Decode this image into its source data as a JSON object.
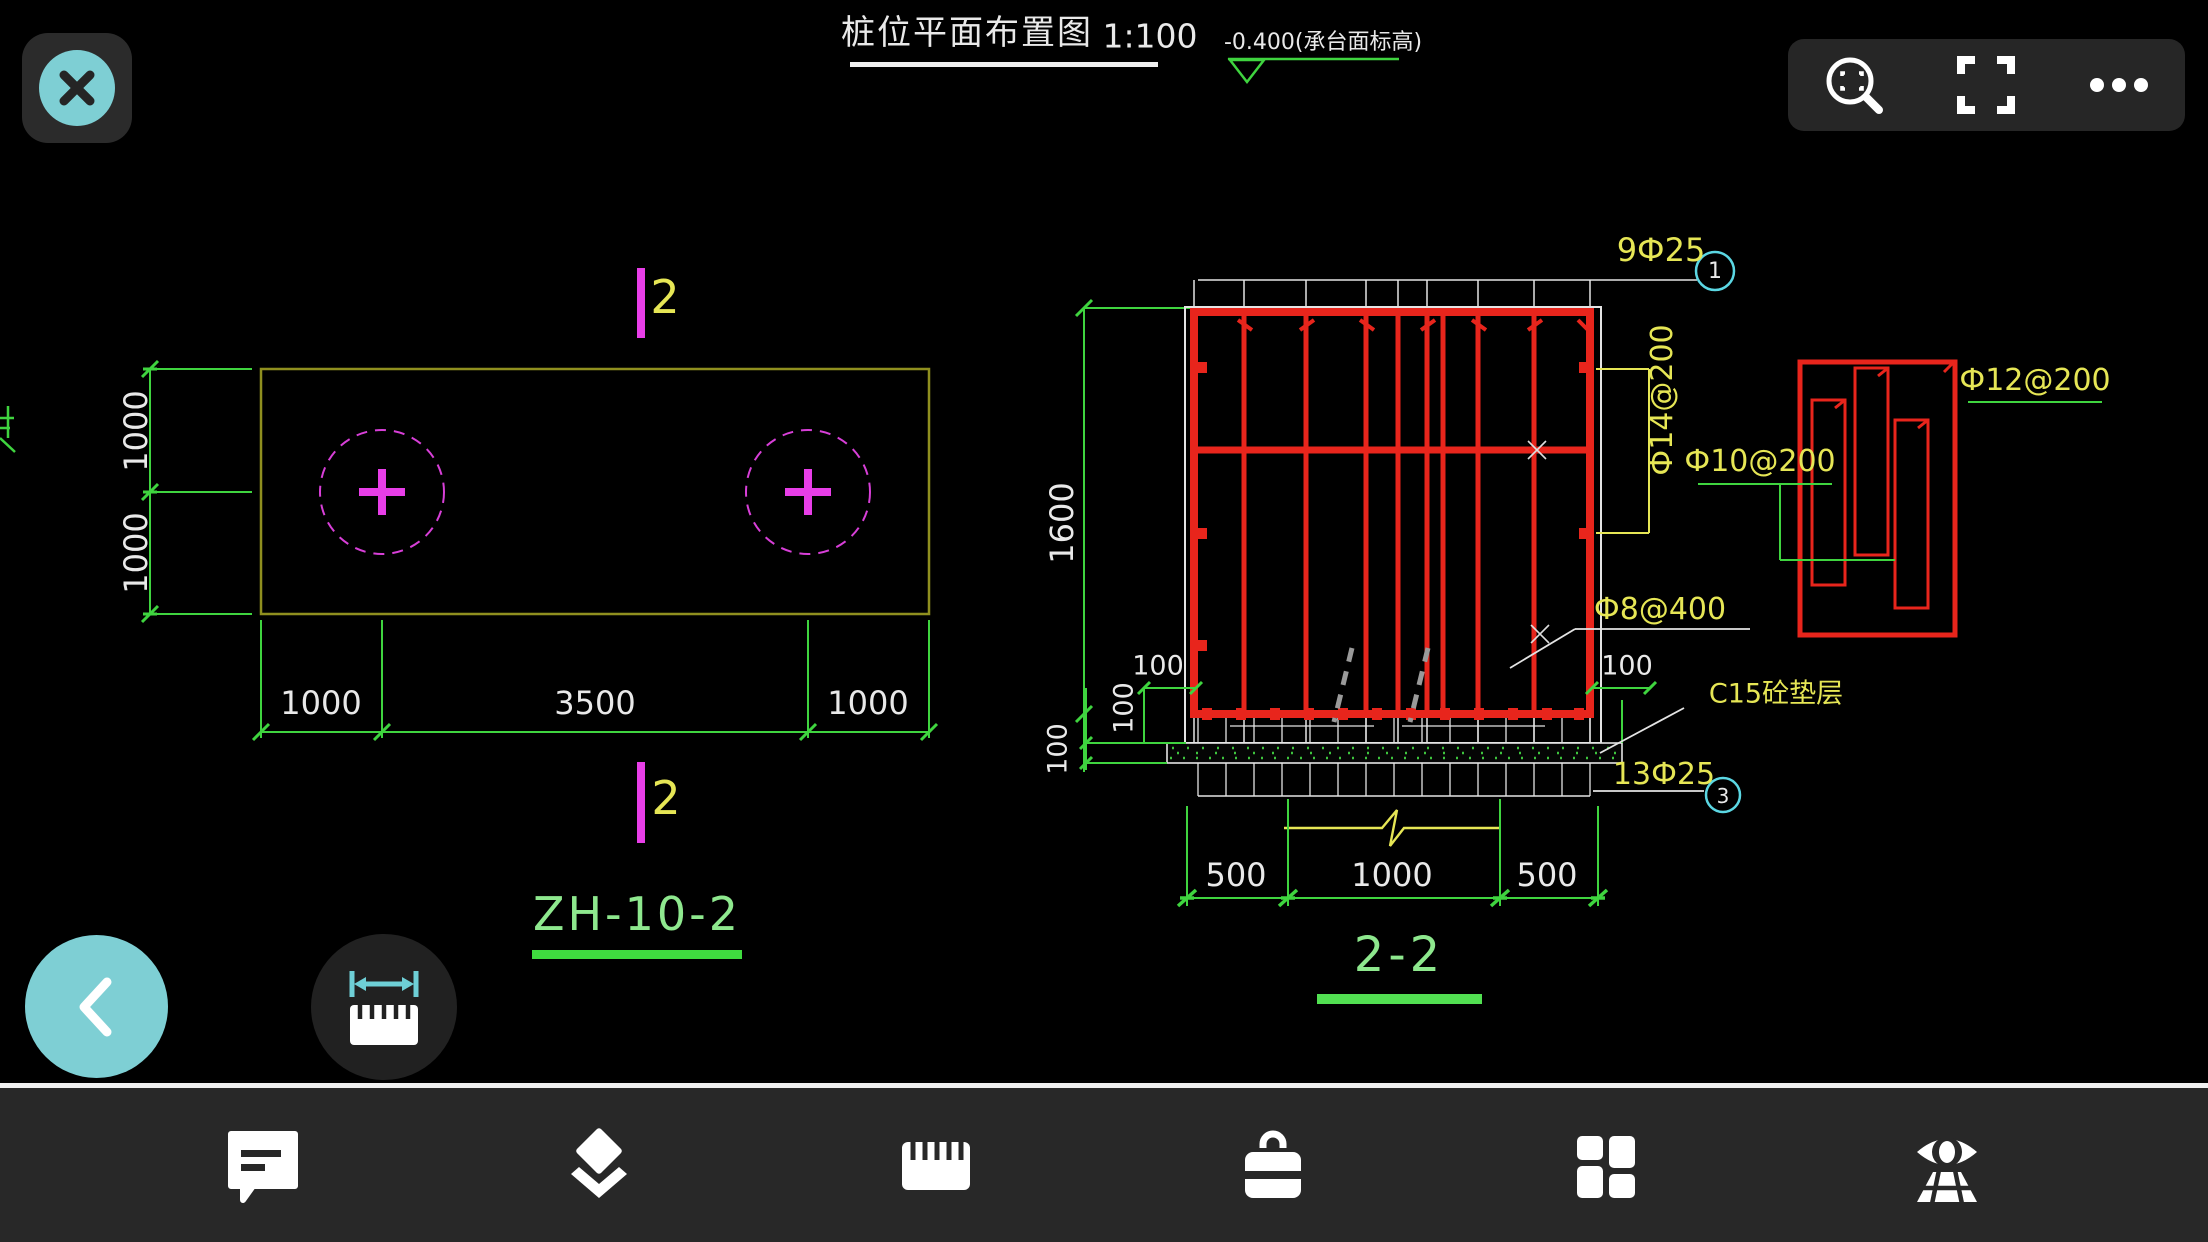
{
  "header": {
    "title": "桩位平面布置图",
    "scale": "1:100",
    "elevation": "-0.400(承台面标高)"
  },
  "plan": {
    "label": "ZH-10-2",
    "section_number": "2",
    "dims": {
      "left": [
        "1000",
        "1000"
      ],
      "bottom": [
        "1000",
        "3500",
        "1000"
      ]
    }
  },
  "section": {
    "label": "2-2",
    "dims": {
      "height": "1600",
      "bottom": [
        "500",
        "1000",
        "500"
      ],
      "cover_left": "100",
      "cover_left_inner": "100",
      "cushion_thickness": "100",
      "cover_right": "100"
    },
    "callouts": {
      "top_text": "9Ф25",
      "top_ref": "1",
      "bottom_text": "13Ф25",
      "bottom_ref": "3"
    },
    "rebar": {
      "stirrup_v": "Ф14@200",
      "side": "Ф10@200",
      "detail": "Ф12@200",
      "stirrup_h": "Ф8@400"
    },
    "cushion": "C15砼垫层"
  },
  "top_toolbar": {
    "icons": [
      "zoom-area",
      "fullscreen",
      "more"
    ]
  },
  "bottom_toolbar": {
    "icons": [
      "comment",
      "layers",
      "ruler",
      "toolbox",
      "dashboard",
      "project-view"
    ]
  },
  "nav": {
    "back_icon": "back",
    "measure_icon": "measure",
    "close_icon": "close"
  },
  "colors": {
    "cad_green": "#3fd43f",
    "cad_yellow": "#e6e655",
    "cad_red": "#e8251c",
    "cad_magenta": "#e83ee8",
    "cad_olive": "#8f8f1f",
    "accent_cyan": "#7ecfd4",
    "callout_cyan": "#5bd7e3"
  }
}
